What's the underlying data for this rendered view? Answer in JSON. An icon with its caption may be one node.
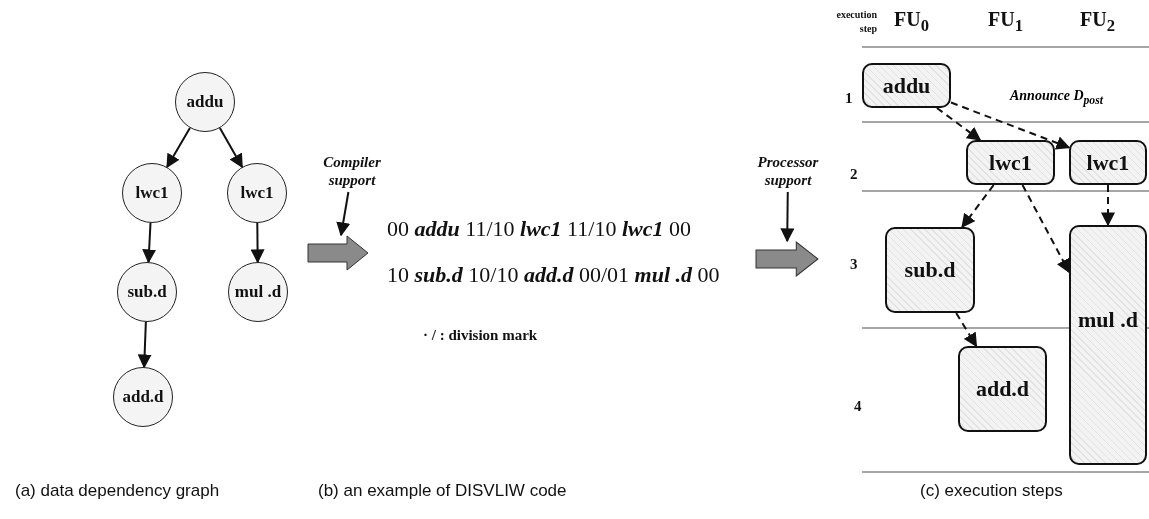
{
  "diagram": {
    "nodes": [
      {
        "text": [
          "addu"
        ]
      },
      {
        "text": [
          "lwc1"
        ]
      },
      {
        "text": [
          "lwc1"
        ]
      },
      {
        "text": [
          "sub.d"
        ]
      },
      {
        "text": [
          "mul .d"
        ]
      },
      {
        "text": [
          "add.d"
        ]
      },
      {
        "text": [
          "Compiler support"
        ]
      },
      {
        "text": [],
        "shape": "arrow"
      },
      {
        "text": [
          "Processor support"
        ]
      },
      {
        "text": [],
        "shape": "arrow"
      },
      {
        "text": [
          "addu"
        ]
      },
      {
        "text": [
          "lwc1"
        ]
      },
      {
        "text": [
          "lwc1"
        ]
      },
      {
        "text": [
          "sub.d"
        ]
      },
      {
        "text": [
          "mul .d"
        ]
      },
      {
        "text": [
          "add.d"
        ]
      }
    ],
    "edges": [
      {
        "from": 0,
        "to": 1,
        "arrow": "to"
      },
      {
        "from": 0,
        "to": 2,
        "arrow": "to"
      },
      {
        "from": 1,
        "to": 3,
        "arrow": "to"
      },
      {
        "from": 2,
        "to": 4,
        "arrow": "to"
      },
      {
        "from": 3,
        "to": 5,
        "arrow": "to"
      },
      {
        "from": 6,
        "to": 7,
        "arrow": "to"
      },
      {
        "from": 8,
        "to": 9,
        "arrow": "to"
      },
      {
        "from": 10,
        "to": 11,
        "arrow": "to",
        "style": "dashed"
      },
      {
        "from": 10,
        "to": 12,
        "arrow": "to",
        "style": "dashed",
        "label": "Announce D$_{post}$"
      },
      {
        "from": 11,
        "to": 13,
        "arrow": "to",
        "style": "dashed"
      },
      {
        "from": 11,
        "to": 14,
        "arrow": "to",
        "style": "dashed"
      },
      {
        "from": 12,
        "to": 14,
        "arrow": "to",
        "style": "dashed"
      },
      {
        "from": 13,
        "to": 15,
        "arrow": "to",
        "style": "dashed"
      }
    ],
    "labels": [
      "execution step",
      "FU$_{0}$",
      "FU$_{1}$",
      "FU$_{2}$",
      "1",
      "00 *addu* 11/10 *lwc1* 11/10 *lwc1* 00",
      "2",
      "10 *sub.d* 10/10 *add.d* 00/01 *mul .d* 00",
      "3",
      "· / : division mark",
      "4",
      "(a) data dependency graph",
      "(b) an example of DISVLIW code",
      "(c) execution steps"
    ]
  }
}
